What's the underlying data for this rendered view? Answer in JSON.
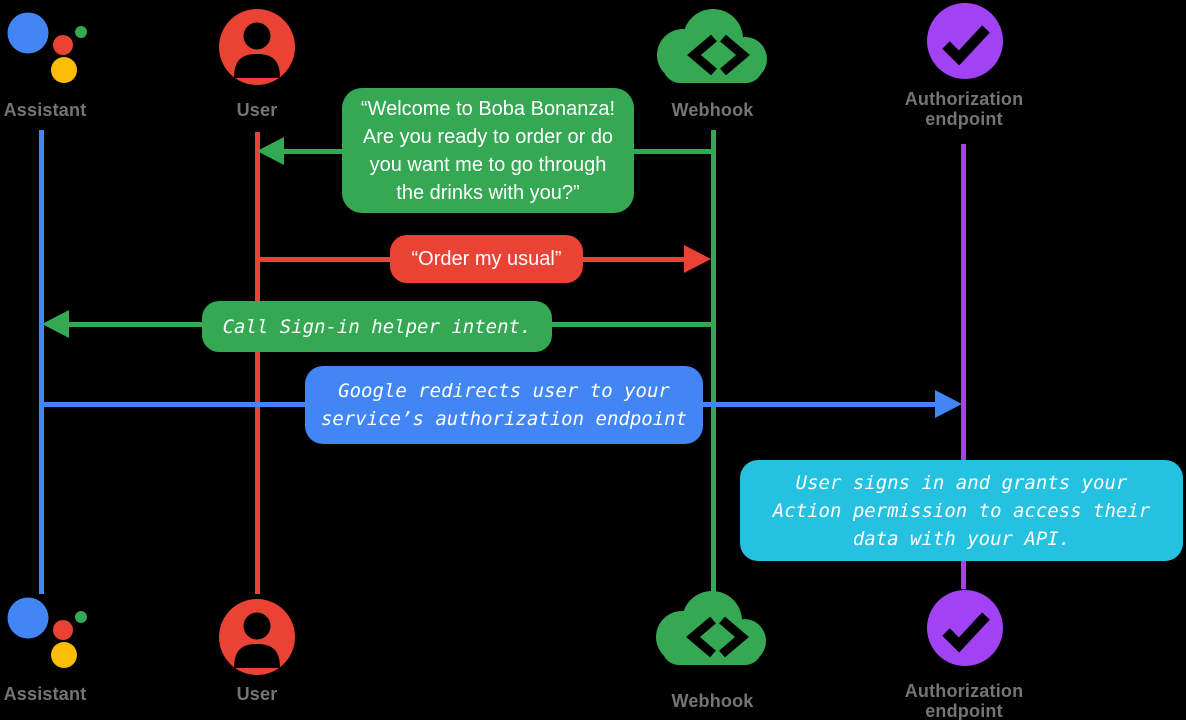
{
  "colors": {
    "background": "#000000",
    "assistant_blue": "#4285F4",
    "user_red": "#EA4335",
    "webhook_green": "#34A853",
    "auth_purple": "#A142F4",
    "note_cyan": "#24C1E0",
    "logo_yellow": "#FBBC04",
    "logo_green": "#34A853",
    "label_gray": "#757575",
    "icon_glyph": "#000000",
    "text_white": "#FFFFFF"
  },
  "actors": {
    "assistant": {
      "label": "Assistant"
    },
    "user": {
      "label": "User"
    },
    "webhook": {
      "label": "Webhook"
    },
    "auth": {
      "label_line1": "Authorization",
      "label_line2": "endpoint"
    }
  },
  "messages": {
    "welcome": {
      "from": "Webhook",
      "to": "User",
      "lines": [
        "“Welcome to Boba Bonanza!",
        "Are you ready to order or do",
        "you want me to go through",
        "the drinks with you?”"
      ]
    },
    "order": {
      "from": "User",
      "to": "Webhook",
      "lines": [
        "“Order my usual”"
      ]
    },
    "signin": {
      "from": "Webhook",
      "to": "Assistant",
      "lines": [
        "Call Sign-in helper intent."
      ]
    },
    "redirect": {
      "from": "Assistant",
      "to": "Authorization endpoint",
      "lines": [
        "Google redirects user to your",
        "service’s authorization endpoint"
      ]
    },
    "grant": {
      "note_on": "Authorization endpoint",
      "lines": [
        "User signs in and grants your",
        "Action permission to access their",
        "data with your API."
      ]
    }
  }
}
